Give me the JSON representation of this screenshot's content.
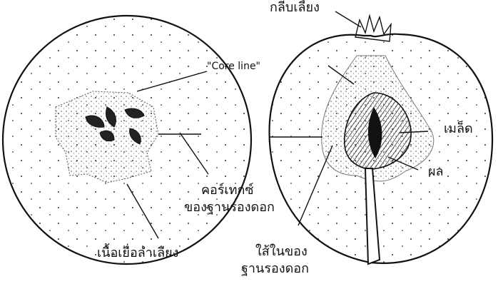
{
  "labels": {
    "sepal": "กลีบเลี้ยง",
    "core_line": "\"Core line\"",
    "seed": "เมล็ด",
    "fruit": "ผล",
    "cortex_line1": "คอร์เทกซ์",
    "cortex_line2": "ของฐานรองดอก",
    "vascular": "เนื้อเยื่อลำเลียง",
    "pith_line1": "ใส้ในของ",
    "pith_line2": "ฐานรองดอก"
  },
  "colors": {
    "ink": "#111111",
    "paper": "#ffffff",
    "stipple": "#cfcfcf"
  }
}
